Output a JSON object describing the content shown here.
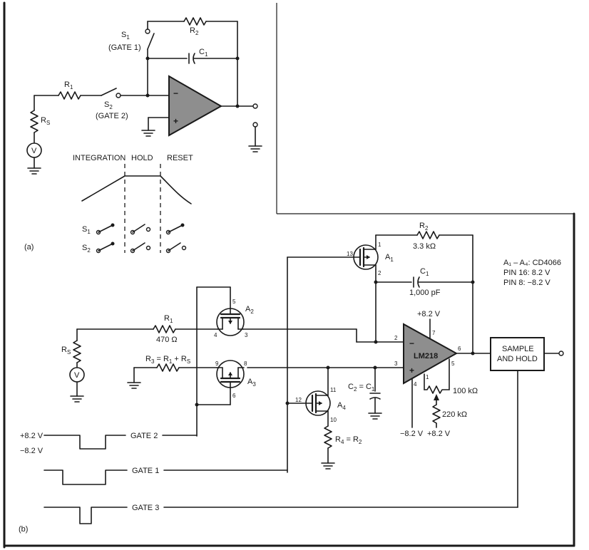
{
  "part_a": {
    "label": "(a)",
    "s1": {
      "name": "S",
      "sub": "1",
      "gate": "(GATE 1)"
    },
    "s2": {
      "name": "S",
      "sub": "2",
      "gate": "(GATE 2)"
    },
    "r1": {
      "name": "R",
      "sub": "1"
    },
    "r2": {
      "name": "R",
      "sub": "2"
    },
    "c1": {
      "name": "C",
      "sub": "1"
    },
    "rs": {
      "name": "R",
      "sub": "S"
    },
    "source": "V",
    "minus": "−",
    "plus": "+",
    "phases": {
      "integration": "INTEGRATION",
      "hold": "HOLD",
      "reset": "RESET"
    },
    "switch_rows": [
      {
        "name": "S",
        "sub": "1"
      },
      {
        "name": "S",
        "sub": "2"
      }
    ]
  },
  "part_b": {
    "label": "(b)",
    "r1": {
      "name": "R",
      "sub": "1",
      "value": "470 Ω"
    },
    "r2": {
      "name": "R",
      "sub": "2",
      "value": "3.3 kΩ"
    },
    "r3": {
      "name": "R",
      "sub": "3",
      "expr": " = R",
      "sub2": "1",
      "expr2": " + R",
      "sub3": "S"
    },
    "r4": {
      "name": "R",
      "sub": "4",
      "expr": " = R",
      "sub2": "2"
    },
    "rs": {
      "name": "R",
      "sub": "S"
    },
    "c1": {
      "name": "C",
      "sub": "1",
      "value": "1,000 pF"
    },
    "c2": {
      "name": "C",
      "sub": "2",
      "expr": " = C",
      "sub2": "1"
    },
    "source": "V",
    "a1": {
      "name": "A",
      "sub": "1",
      "pin_gate": "13",
      "pin_top": "1",
      "pin_bottom": "2"
    },
    "a2": {
      "name": "A",
      "sub": "2",
      "pin_gate": "5",
      "pin_left": "4",
      "pin_right": "3"
    },
    "a3": {
      "name": "A",
      "sub": "3",
      "pin_left": "9",
      "pin_right": "8",
      "pin_gate": "6"
    },
    "a4": {
      "name": "A",
      "sub": "4",
      "pin_gate": "12",
      "pin_top": "11",
      "pin_bottom": "10"
    },
    "opamp": {
      "name": "LM218",
      "minus": "−",
      "plus": "+",
      "pin_inv": "2",
      "pin_noninv": "3",
      "pin_vplus": "7",
      "pin_out": "6",
      "pin_vminus": "4",
      "pin_bal1": "1",
      "pin_bal2": "5",
      "vplus": "+8.2 V",
      "vminus": "−8.2 V",
      "trim_vplus": "+8.2 V"
    },
    "pot_100k": "100 kΩ",
    "res_220k": "220 kΩ",
    "sample_hold": {
      "line1": "SAMPLE",
      "line2": "AND HOLD"
    },
    "notes": [
      "A₁ – A₄: CD4066",
      "PIN 16: 8.2 V",
      "PIN  8: −8.2 V"
    ],
    "gates": {
      "gate1": "GATE 1",
      "gate2": "GATE 2",
      "gate3": "GATE 3",
      "high": "+8.2 V",
      "low": "−8.2 V"
    }
  }
}
